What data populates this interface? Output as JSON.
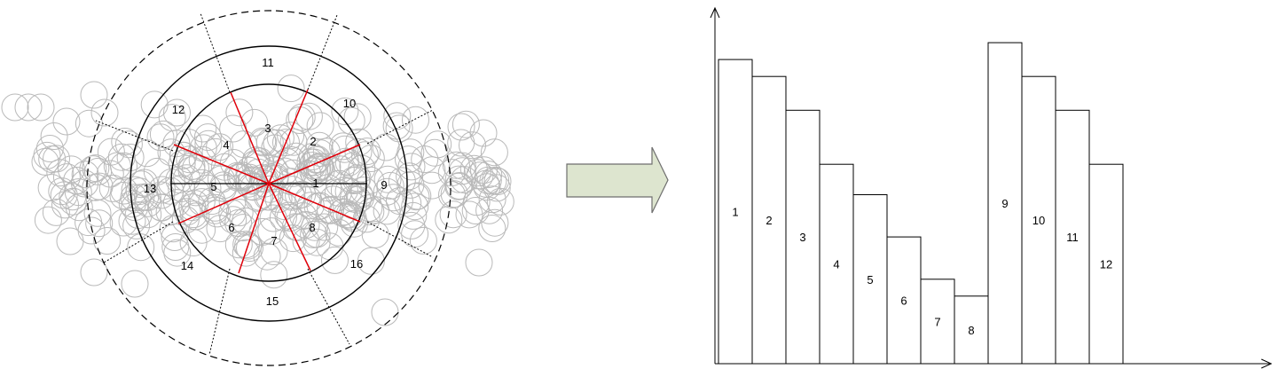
{
  "diagram": {
    "sectors": {
      "inner": [
        "1",
        "2",
        "3",
        "4",
        "5",
        "6",
        "7",
        "8"
      ],
      "middle": [
        "9",
        "10",
        "11",
        "12",
        "13",
        "14",
        "15",
        "16"
      ]
    },
    "arrow_fill": "#dde5cf",
    "arrow_stroke": "#6e6e6e",
    "spoke_color": "#e0000a",
    "particle_color": "#b9b9b9"
  },
  "chart_data": {
    "type": "bar",
    "categories": [
      "1",
      "2",
      "3",
      "4",
      "5",
      "6",
      "7",
      "8",
      "9",
      "10",
      "11",
      "12"
    ],
    "values": [
      18,
      17,
      15,
      11.8,
      10,
      7.5,
      5,
      4,
      19,
      17,
      15,
      11.8
    ],
    "bar_labels": [
      "1",
      "2",
      "3",
      "4",
      "5",
      "6",
      "7",
      "8",
      "9",
      "10",
      "11",
      "12"
    ],
    "title": "",
    "xlabel": "",
    "ylabel": "",
    "ylim": [
      0,
      21
    ],
    "grid": false
  }
}
